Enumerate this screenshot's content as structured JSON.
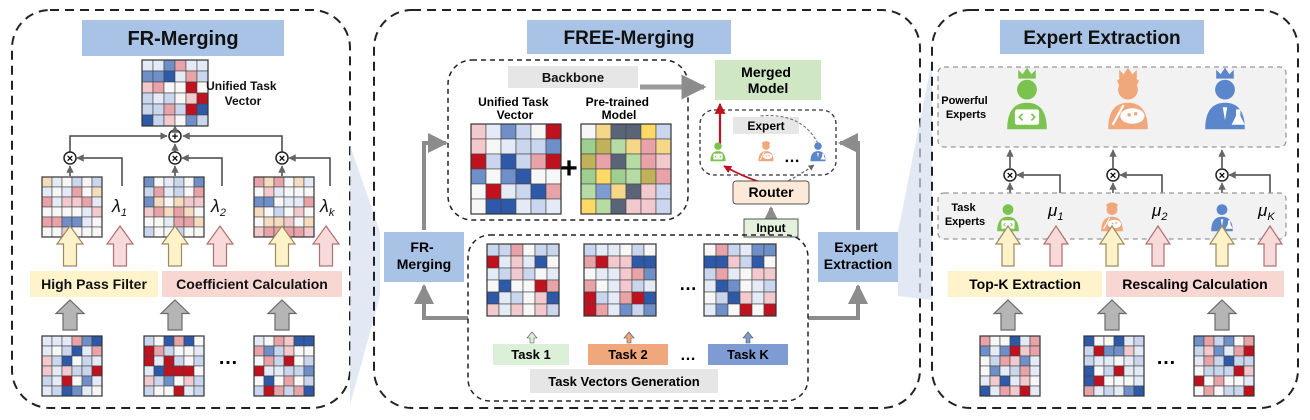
{
  "colors": {
    "strong_red": "#c0111f",
    "mid_red": "#d65f6b",
    "light_red": "#f2c9cc",
    "pink": "#e8a3a9",
    "strong_blue": "#2e58a8",
    "mid_blue": "#6f8fc9",
    "light_blue": "#c9d6ee",
    "pale_blue": "#e4eaf6",
    "white": "#f7f7f7",
    "title_box": "#a9c3e6",
    "section_box": "#a9c3e6",
    "hpf_box": "#fff3cc",
    "coef_box": "#f8d7d3",
    "merged_box": "#cfe7c2",
    "task1": "#dcefd8",
    "task2": "#f0a77b",
    "taskK": "#7f9bd4",
    "expert_green": "#7cc24f",
    "expert_orange": "#f0a77b",
    "expert_blue": "#5c86cc",
    "arrow_gray": "#8c8c8c",
    "up_arrow_yellow": "#fff2c8",
    "up_arrow_pink": "#f9dada"
  },
  "left_panel": {
    "title": "FR-Merging",
    "unified_label_line1": "Unified Task",
    "unified_label_line2": "Vector",
    "lambda_1": "λ",
    "lambda_1_sub": "1",
    "lambda_2": "λ",
    "lambda_2_sub": "2",
    "lambda_k": "λ",
    "lambda_k_sub": "k",
    "filter_label": "High Pass Filter",
    "coef_label": "Coefficient Calculation",
    "ellipsis_top": "",
    "ellipsis_bottom": "…"
  },
  "center_panel": {
    "title": "FREE-Merging",
    "backbone_label": "Backbone",
    "unified_line1": "Unified Task",
    "unified_line2": "Vector",
    "pretrained_line1": "Pre-trained",
    "pretrained_line2": "Model",
    "plus": "+",
    "merged_line1": "Merged",
    "merged_line2": "Model",
    "expert_label": "Expert",
    "router_label": "Router",
    "input_label": "Input",
    "fr_line1": "FR-",
    "fr_line2": "Merging",
    "ee_line1": "Expert",
    "ee_line2": "Extraction",
    "task1": "Task 1",
    "task2": "Task 2",
    "taskK": "Task K",
    "task_ellipsis": "…",
    "expert_ellipsis": "…",
    "tvg_label": "Task Vectors Generation"
  },
  "right_panel": {
    "title": "Expert Extraction",
    "powerful_line1": "Powerful",
    "powerful_line2": "Experts",
    "task_line1": "Task",
    "task_line2": "Experts",
    "mu_1": "μ",
    "mu_1_sub": "1",
    "mu_2": "μ",
    "mu_2_sub": "2",
    "mu_k": "μ",
    "mu_k_sub": "K",
    "topk_label": "Top-K Extraction",
    "rescale_label": "Rescaling Calculation",
    "ellipsis_bottom": "…"
  },
  "multiply_symbol": "×",
  "plus_symbol": "+"
}
